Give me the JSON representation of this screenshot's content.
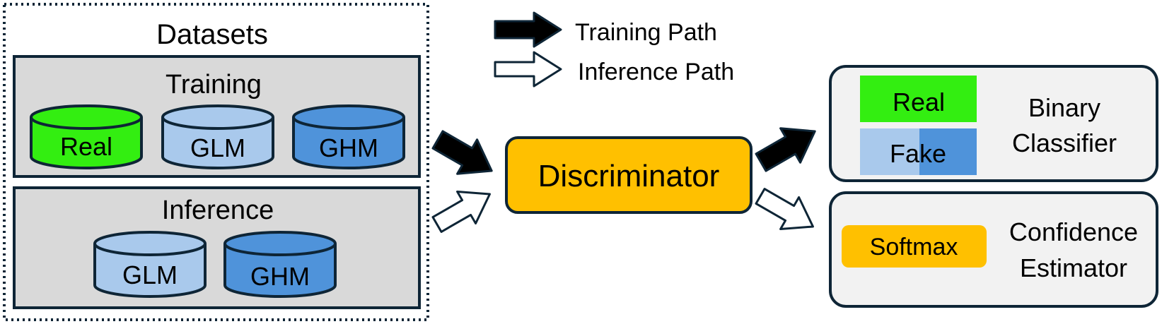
{
  "colors": {
    "real": "#33ee11",
    "glm": "#a9c9ec",
    "ghm": "#4f93da",
    "discriminator": "#ffc000",
    "panel_gray": "#d9d9d9",
    "panel_light": "#f2f2f2",
    "stroke": "#0e2536"
  },
  "legend": {
    "training_path": "Training Path",
    "inference_path": "Inference Path"
  },
  "datasets": {
    "title": "Datasets",
    "training": {
      "title": "Training",
      "items": [
        "Real",
        "GLM",
        "GHM"
      ]
    },
    "inference": {
      "title": "Inference",
      "items": [
        "GLM",
        "GHM"
      ]
    }
  },
  "discriminator": {
    "label": "Discriminator"
  },
  "binary_classifier": {
    "title_line1": "Binary",
    "title_line2": "Classifier",
    "real_label": "Real",
    "fake_label": "Fake"
  },
  "confidence_estimator": {
    "title_line1": "Confidence",
    "title_line2": "Estimator",
    "softmax_label": "Softmax"
  }
}
